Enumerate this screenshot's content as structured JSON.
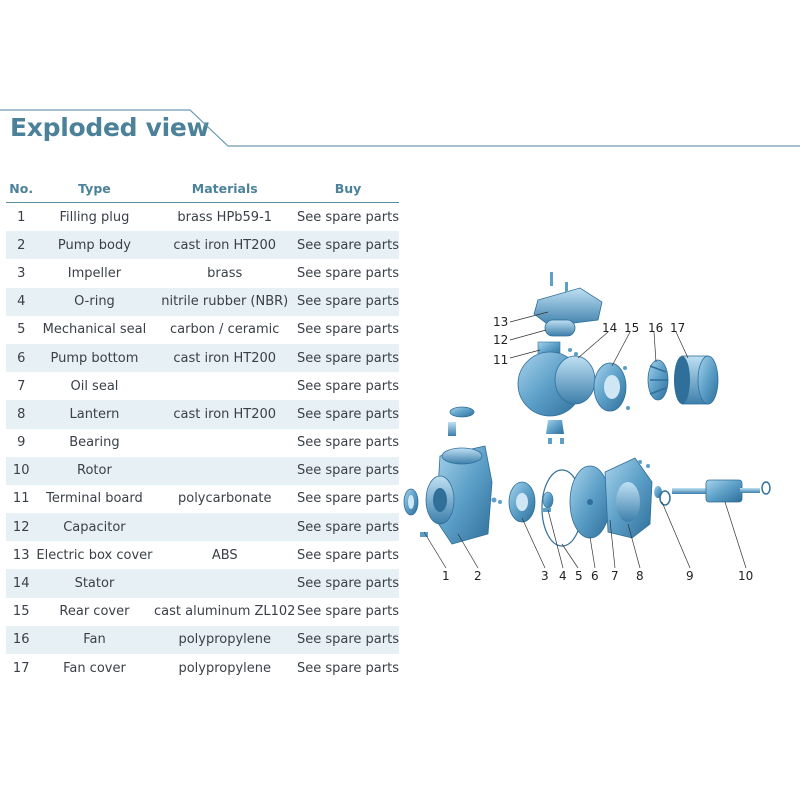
{
  "title": "Exploded view",
  "table": {
    "headers": [
      "No.",
      "Type",
      "Materials",
      "Buy"
    ],
    "rows": [
      {
        "no": "1",
        "type": "Filling plug",
        "material": "brass HPb59-1",
        "buy": "See spare parts"
      },
      {
        "no": "2",
        "type": "Pump body",
        "material": "cast iron HT200",
        "buy": "See spare parts"
      },
      {
        "no": "3",
        "type": "Impeller",
        "material": "brass",
        "buy": "See spare parts"
      },
      {
        "no": "4",
        "type": "O-ring",
        "material": "nitrile rubber (NBR)",
        "buy": "See spare parts"
      },
      {
        "no": "5",
        "type": "Mechanical seal",
        "material": "carbon / ceramic",
        "buy": "See spare parts"
      },
      {
        "no": "6",
        "type": "Pump bottom",
        "material": "cast iron HT200",
        "buy": "See spare parts"
      },
      {
        "no": "7",
        "type": "Oil seal",
        "material": "",
        "buy": "See spare parts"
      },
      {
        "no": "8",
        "type": "Lantern",
        "material": "cast iron HT200",
        "buy": "See spare parts"
      },
      {
        "no": "9",
        "type": "Bearing",
        "material": "",
        "buy": "See spare parts"
      },
      {
        "no": "10",
        "type": "Rotor",
        "material": "",
        "buy": "See spare parts"
      },
      {
        "no": "11",
        "type": "Terminal board",
        "material": "polycarbonate",
        "buy": "See spare parts"
      },
      {
        "no": "12",
        "type": "Capacitor",
        "material": "",
        "buy": "See spare parts"
      },
      {
        "no": "13",
        "type": "Electric box cover",
        "material": "ABS",
        "buy": "See spare parts"
      },
      {
        "no": "14",
        "type": "Stator",
        "material": "",
        "buy": "See spare parts"
      },
      {
        "no": "15",
        "type": "Rear cover",
        "material": "cast aluminum ZL102",
        "buy": "See spare parts"
      },
      {
        "no": "16",
        "type": "Fan",
        "material": "polypropylene",
        "buy": "See spare parts"
      },
      {
        "no": "17",
        "type": "Fan cover",
        "material": "polypropylene",
        "buy": "See spare parts"
      }
    ]
  },
  "diagram": {
    "callouts": [
      "1",
      "2",
      "3",
      "4",
      "5",
      "6",
      "7",
      "8",
      "9",
      "10",
      "11",
      "12",
      "13",
      "14",
      "15",
      "16",
      "17"
    ]
  },
  "colors": {
    "accent": "#4b8199",
    "row_alt": "#e7f1f5",
    "part_blue": "#5c9fc7"
  }
}
